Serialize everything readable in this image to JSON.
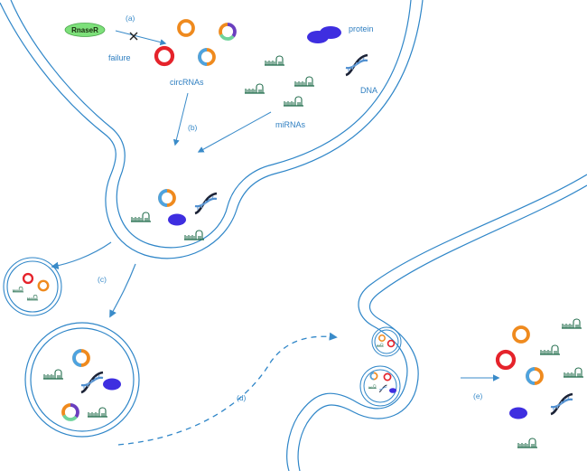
{
  "labels": {
    "enzyme": "RnaseR",
    "failure": "failure",
    "circrnas": "circRNAs",
    "protein": "protein",
    "mirnas": "miRNAs",
    "dna": "DNA"
  },
  "steps": {
    "a": "(a)",
    "b": "(b)",
    "c": "(c)",
    "d": "(d)",
    "e": "(e)"
  },
  "colors": {
    "membrane": "#2f86c8",
    "arrow": "#3a8bc9",
    "circ_red": "#e5232b",
    "circ_orange": "#ef8a1e",
    "circ_blue": "#4da3e0",
    "circ_purple": "#6a3fbf",
    "circ_green": "#6fd39b",
    "protein": "#3e2ee0",
    "mirna": "#1f6b4a",
    "enzyme_fill": "#7de07a",
    "dna_dark": "#1b2236",
    "dna_light": "#4f8fd0"
  },
  "icons": [
    "circrna-ring-icon",
    "mirna-hairpin-icon",
    "dna-helix-icon",
    "protein-blob-icon",
    "blocked-cross-icon"
  ]
}
